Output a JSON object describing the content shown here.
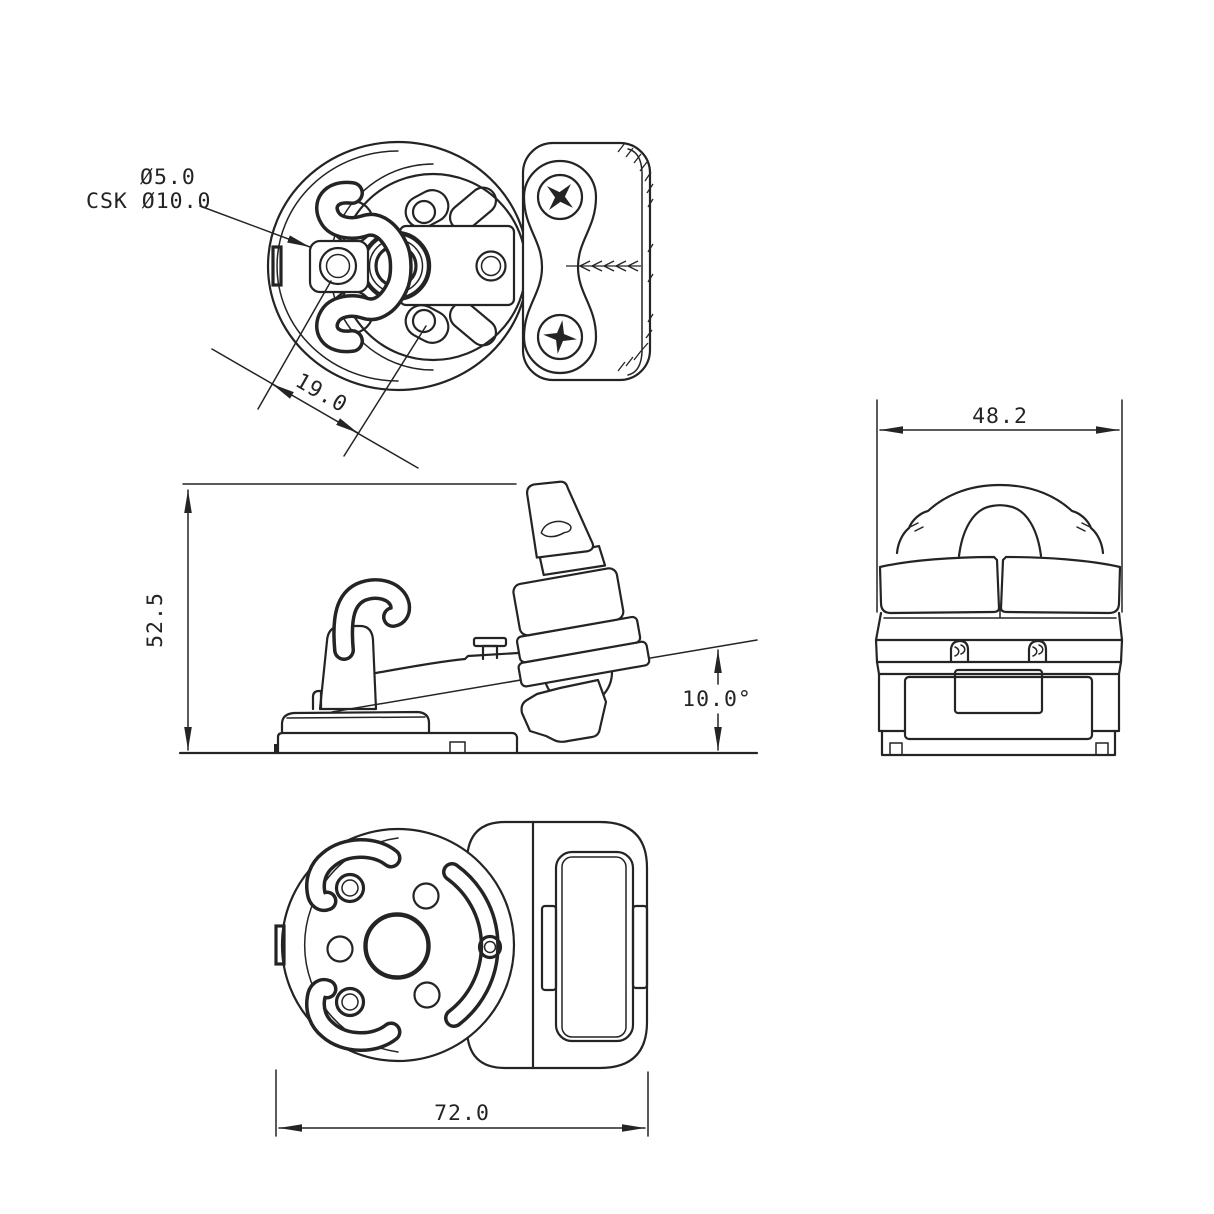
{
  "drawing": {
    "background": "#ffffff",
    "line_color": "#242424",
    "annotations": {
      "hole_note_line1": "Ø5.0",
      "hole_note_line2": "CSK Ø10.0",
      "hole_spacing_dim": "19.0",
      "front_width_dim": "48.2",
      "side_height_dim": "52.5",
      "arm_angle_dim": "10.0°",
      "overall_length_dim": "72.0"
    }
  }
}
